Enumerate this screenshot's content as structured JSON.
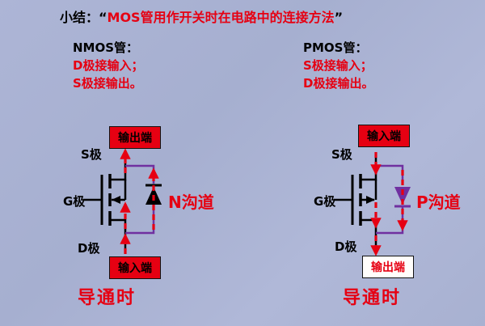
{
  "title": {
    "prefix": "小结：",
    "quote_open": "“",
    "main": "MOS管用作开关时在电路中的连接方法",
    "quote_close": "”"
  },
  "columns": {
    "nmos": {
      "heading": "NMOS管：",
      "line1": "D极接输入；",
      "line2": "S极接输出。"
    },
    "pmos": {
      "heading": "PMOS管：",
      "line1": "S极接输入；",
      "line2": "D极接输出。"
    }
  },
  "diagrams": {
    "left": {
      "top_box": "输出端",
      "bottom_box": "输入端",
      "s_label": "S极",
      "g_label": "G极",
      "d_label": "D极",
      "channel": "N沟道",
      "state": "导通时"
    },
    "right": {
      "top_box": "输入端",
      "bottom_box": "输出端",
      "s_label": "S极",
      "g_label": "G极",
      "d_label": "D极",
      "channel": "P沟道",
      "state": "导通时"
    }
  },
  "colors": {
    "background": "#a9b2d2",
    "accent_red": "#e60012",
    "wire_purple": "#7030a0",
    "line_black": "#000000"
  }
}
